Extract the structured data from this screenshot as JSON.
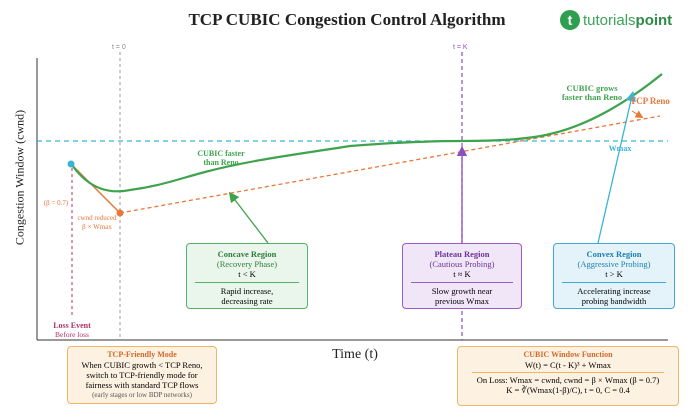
{
  "title": "TCP CUBIC Congestion Control Algorithm",
  "logo": {
    "symbol": "t",
    "word_light": "tutorials",
    "word_bold": "point"
  },
  "axes": {
    "y_label": "Congestion Window (cwnd)",
    "x_label": "Time (t)"
  },
  "markers": {
    "t0": "t = 0",
    "tK": "t = K"
  },
  "point_labels": {
    "beta": "(β = 0.7)",
    "cwnd_reduced_1": "cwnd reduced",
    "cwnd_reduced_2": "β × Wmax",
    "wmax": "Wmax",
    "loss_event": "Loss Event",
    "before_loss": "Before loss"
  },
  "curve_labels": {
    "cubic_faster_1": "CUBIC faster",
    "cubic_faster_2": "than Reno",
    "cubic_grows_1": "CUBIC grows",
    "cubic_grows_2": "faster than Reno",
    "tcp_reno": "TCP Reno"
  },
  "regions": {
    "concave": {
      "title": "Concave Region",
      "subtitle": "(Recovery Phase)",
      "cond": "t < K",
      "desc1": "Rapid increase,",
      "desc2": "decreasing rate"
    },
    "plateau": {
      "title": "Plateau Region",
      "subtitle": "(Cautious Probing)",
      "cond": "t ≈ K",
      "desc1": "Slow growth near",
      "desc2": "previous Wmax"
    },
    "convex": {
      "title": "Convex Region",
      "subtitle": "(Aggressive Probing)",
      "cond": "t > K",
      "desc1": "Accelerating increase",
      "desc2": "probing bandwidth"
    }
  },
  "friendly": {
    "title": "TCP-Friendly Mode",
    "line1": "When CUBIC growth < TCP Reno,",
    "line2": "switch to TCP-friendly mode for",
    "line3": "fairness with standard TCP flows",
    "note": "(early stages or low BDP networks)"
  },
  "cubic_fn": {
    "title": "CUBIC Window Function",
    "formula": "W(t) = C(t - K)³ + Wmax",
    "loss": "On Loss: Wmax = cwnd, cwnd = β × Wmax (β = 0.7)",
    "k": "K = ∛(Wmax(1-β)/C), t = 0, C = 0.4"
  },
  "colors": {
    "cubic": "#3fa34d",
    "reno": "#e8773a",
    "wmax_line": "#3bb3d6",
    "loss_line": "#b0306a",
    "k_line": "#8a4fc0",
    "concave_border": "#56b26a",
    "plateau_border": "#9a5cc6",
    "convex_border": "#3fa9d8"
  }
}
